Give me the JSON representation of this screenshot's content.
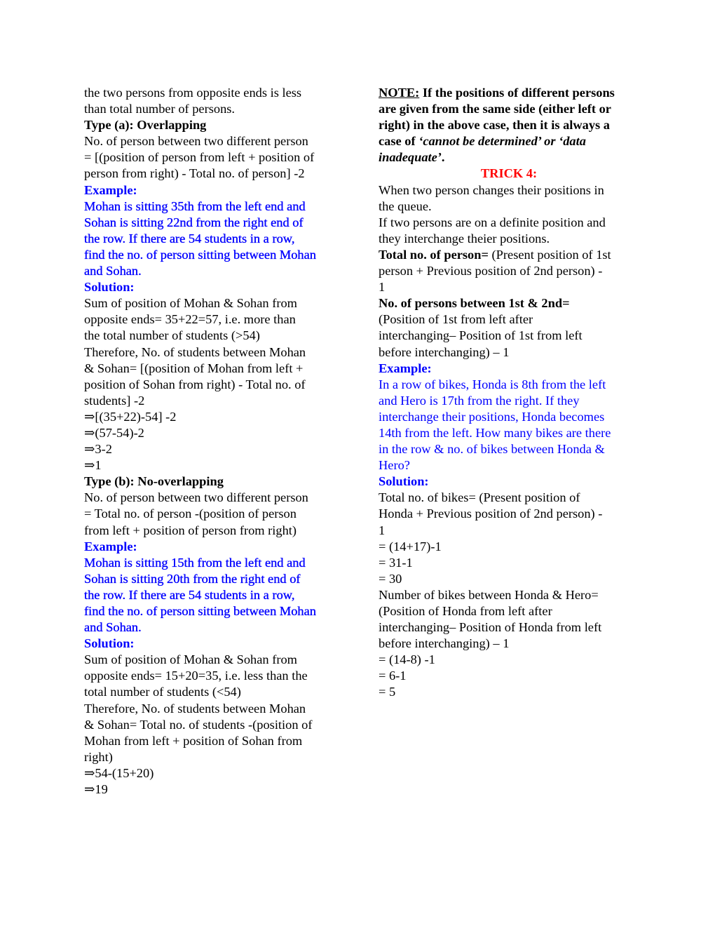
{
  "left_column": {
    "intro_lines": [
      "the two persons from opposite ends is less",
      "than total number of persons."
    ],
    "type_a": {
      "heading": "Type (a): Overlapping",
      "formula_lines": [
        "No. of person between two different person",
        "= [(position of person from left + position of",
        "person from right) - Total no. of person]  -2"
      ],
      "example_label": "Example:",
      "example_lines": [
        "Mohan is sitting 35th from the left end and",
        "Sohan is sitting 22nd from the right end of",
        "the row. If there are 54 students in a row,",
        "find the no. of person sitting between Mohan",
        "and Sohan."
      ],
      "solution_label": "Solution:",
      "solution_lines": [
        "Sum of position of Mohan & Sohan from",
        "opposite ends=  35+22=57, i.e. more than",
        "the total number of students (>54)",
        "Therefore, No. of students between Mohan",
        "& Sohan=  [(position of Mohan from left +",
        "position of Sohan from right) - Total no. of",
        "students]  -2",
        "⇒[(35+22)-54] -2",
        "⇒(57-54)-2",
        "⇒3-2",
        "⇒1"
      ]
    },
    "type_b": {
      "heading": "Type (b): No-overlapping",
      "formula_lines": [
        "No. of person between two different person",
        "= Total no. of person -(position of person",
        "from left +  position of person from right)"
      ],
      "example_label": "Example:",
      "example_lines": [
        "Mohan is sitting 15th from the left end and",
        "Sohan is sitting 20th from the right end of",
        "the row. If there are 54 students in a row,",
        "find the no. of person sitting between Mohan",
        "and Sohan."
      ],
      "solution_label": "Solution:",
      "solution_lines": [
        "Sum of position of Mohan & Sohan from",
        "opposite ends=  15+20=35, i.e. less than the",
        "total number of students (<54)",
        "Therefore, No. of students between Mohan",
        "& Sohan=  Total no. of students -(position of",
        "Mohan from left + position of Sohan from",
        "right)",
        "⇒54-(15+20)",
        "⇒19"
      ]
    }
  },
  "right_column": {
    "note": {
      "label": "NOTE:",
      "line1_rest": " If the positions of different persons",
      "line2": "are given from the same side (either left or",
      "line3": "right) in the above case, then it is always a",
      "line4_prefix": "case of ",
      "line4_italic": "‘cannot be determined’ or ‘data",
      "line5_italic": "inadequate’",
      "line5_end": "."
    },
    "trick_heading": "TRICK 4:",
    "intro_lines": [
      "When two person changes their positions in",
      "the queue.",
      "If two persons are on a definite position and",
      "they interchange theier positions."
    ],
    "total_formula": {
      "label": "Total no. of person=",
      "line1_rest": " (Present position of 1st",
      "line2": "person +  Previous position of 2nd person) -",
      "line3": "1"
    },
    "between_formula": {
      "label": "No. of persons between 1st & 2nd=",
      "lines": [
        "(Position of 1st from left after",
        "interchanging– Position of 1st from left",
        "before interchanging) – 1"
      ]
    },
    "example_label": "Example:",
    "example_lines": [
      "In a row of bikes, Honda is 8th from the left",
      "and Hero is 17th from the right. If they",
      "interchange their positions, Honda becomes",
      "14th from the left. How many bikes are there",
      "in the row & no. of bikes between Honda  &",
      "Hero?"
    ],
    "solution_label": "Solution:",
    "solution_lines": [
      "Total no. of bikes=  (Present position of",
      "Honda + Previous position of 2nd person) -",
      "1",
      "=  (14+17)-1",
      "=  31-1",
      "=  30"
    ],
    "between_solution_lines": [
      "Number of bikes between Honda & Hero=",
      "(Position of Honda from left after",
      "interchanging– Position of Honda from left",
      "before interchanging) – 1",
      "=  (14-8) -1",
      "=  6-1",
      "=  5"
    ]
  },
  "colors": {
    "text": "#000000",
    "example_blue": "#0000ff",
    "trick_red": "#ff0000"
  }
}
